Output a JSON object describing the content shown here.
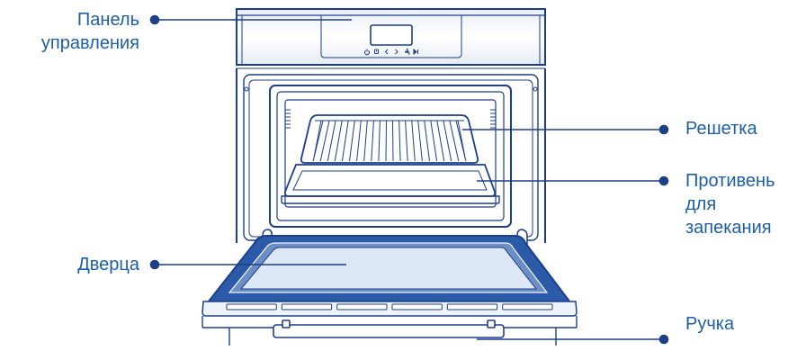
{
  "colors": {
    "line": "#1d3f8a",
    "label": "#1d5fa6",
    "door_fill": "#2a5aa8",
    "glass": "#dce8f6",
    "panel": "#f2f5fa",
    "trim": "#eef3f9"
  },
  "labels": {
    "control_panel": [
      "Панель",
      "управления"
    ],
    "rack": "Решетка",
    "tray": [
      "Противень",
      "для",
      "запекания"
    ],
    "door": "Дверца",
    "handle": "Ручка"
  },
  "icons": [
    "power-icon",
    "clock-icon",
    "chevron-left-icon",
    "chevron-right-icon",
    "fan-icon",
    "play-pause-icon"
  ]
}
